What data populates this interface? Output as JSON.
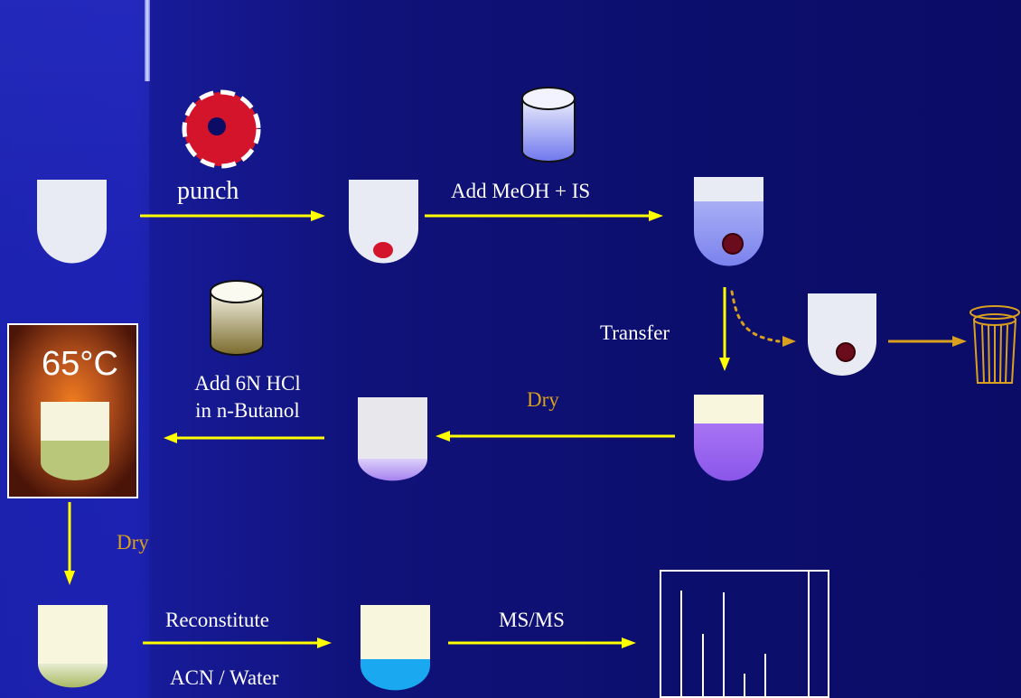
{
  "steps": {
    "punch": "punch",
    "add_meoh": "Add MeOH + IS",
    "transfer": "Transfer",
    "dry_1": "Dry",
    "add_hcl_line1": "Add 6N HCl",
    "add_hcl_line2": "in n-Butanol",
    "temperature": "65°C",
    "dry_2": "Dry",
    "reconstitute": "Reconstitute",
    "solvent": "ACN / Water",
    "msms": "MS/MS"
  },
  "colors": {
    "arrow": "#ffff00",
    "gold": "#d9a020",
    "punch_disc": "#d4142a",
    "meoh": "#7c84f0",
    "purple_extract": "#9a6af0",
    "green_residue": "#b8c77a",
    "aqueous": "#1aa8f0",
    "vial_wall": "#e8eaf4",
    "butanol": "#8a7a3a"
  },
  "icons": [
    "punch-disc-icon",
    "solvent-cylinder-icon",
    "trash-can-icon",
    "heater-icon",
    "spectrum-icon"
  ]
}
